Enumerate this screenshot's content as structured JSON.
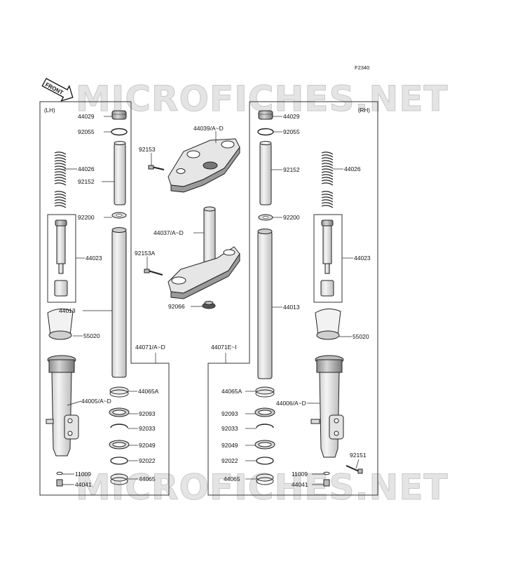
{
  "figure_code": "F2340",
  "front_label": "FRONT",
  "watermark": "MICROFICHES.NET",
  "side_labels": {
    "left": "(LH)",
    "right": "(RH)"
  },
  "parts": {
    "p44029_l": "44029",
    "p92055_l": "92055",
    "p44026_l": "44026",
    "p92152_l": "92152",
    "p92200_l": "92200",
    "p44023_l": "44023",
    "p44013_l": "44013",
    "p55020_l": "55020",
    "p44005": "44005/A~D",
    "p44065a_l": "44065A",
    "p92093_l": "92093",
    "p92033_l": "92033",
    "p92049_l": "92049",
    "p92022_l": "92022",
    "p44065_l": "44065",
    "p11009_l": "11009",
    "p44041_l": "44041",
    "p44039": "44039/A~D",
    "p92153": "92153",
    "p44037": "44037/A~D",
    "p92153a": "92153A",
    "p92066": "92066",
    "p44071ad": "44071/A~D",
    "p44071ei": "44071E~I",
    "p44029_r": "44029",
    "p92055_r": "92055",
    "p44026_r": "44026",
    "p92152_r": "92152",
    "p92200_r": "92200",
    "p44023_r": "44023",
    "p44013_r": "44013",
    "p55020_r": "55020",
    "p44006": "44006/A~D",
    "p44065a_r": "44065A",
    "p92093_r": "92093",
    "p92033_r": "92033",
    "p92049_r": "92049",
    "p92022_r": "92022",
    "p44065_r": "44065",
    "p11009_r": "11009",
    "p44041_r": "44041",
    "p92151": "92151"
  }
}
